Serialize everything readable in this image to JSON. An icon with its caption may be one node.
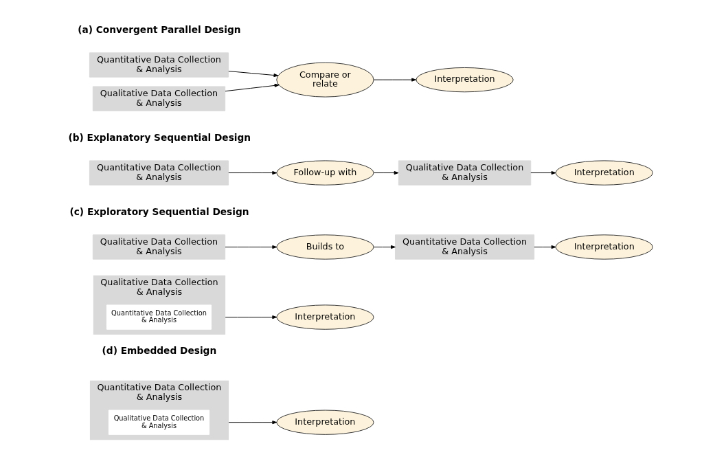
{
  "diagram": {
    "nodes": [
      {
        "text": [
          "Quantitative Data Collection & Analysis"
        ]
      },
      {
        "text": [
          "Qualitative Data Collection & Analysis"
        ]
      },
      {
        "text": [
          "Compare or relate"
        ]
      },
      {
        "text": [
          "Interpretation"
        ]
      },
      {
        "text": [
          "Quantitative Data Collection & Analysis"
        ]
      },
      {
        "text": [
          "Follow-up with"
        ]
      },
      {
        "text": [
          "Qualitative Data Collection & Analysis"
        ]
      },
      {
        "text": [
          "Interpretation"
        ]
      },
      {
        "text": [
          "Qualitative Data Collection & Analysis"
        ]
      },
      {
        "text": [
          "Builds to"
        ]
      },
      {
        "text": [
          "Quantitative Data Collection & Analysis"
        ]
      },
      {
        "text": [
          "Interpretation"
        ]
      },
      {
        "text": [
          "Qualitative Data Collection & Analysis"
        ]
      },
      {
        "text": [
          "Quantitative Data Collection & Analysis"
        ],
        "in": 12
      },
      {
        "text": [
          "Interpretation"
        ]
      },
      {
        "text": [
          "Quantitative Data Collection & Analysis"
        ]
      },
      {
        "text": [
          "Qualitative Data Collection & Analysis"
        ],
        "in": 15
      },
      {
        "text": [
          "Interpretation"
        ]
      }
    ],
    "edges": [
      {
        "from": 0,
        "to": 2,
        "arrow": "to"
      },
      {
        "from": 1,
        "to": 2,
        "arrow": "to"
      },
      {
        "from": 2,
        "to": 3,
        "arrow": "to"
      },
      {
        "from": 4,
        "to": 5,
        "arrow": "to"
      },
      {
        "from": 5,
        "to": 6,
        "arrow": "to"
      },
      {
        "from": 6,
        "to": 7,
        "arrow": "to"
      },
      {
        "from": 8,
        "to": 9,
        "arrow": "to"
      },
      {
        "from": 9,
        "to": 10,
        "arrow": "to"
      },
      {
        "from": 10,
        "to": 11,
        "arrow": "to"
      },
      {
        "from": 12,
        "to": 14,
        "arrow": "to"
      },
      {
        "from": 15,
        "to": 17,
        "arrow": "to"
      }
    ],
    "labels": [
      "(a) Convergent Parallel Design",
      "(b) Explanatory Sequential Design",
      "(c) Exploratory Sequential Design",
      "(d) Embedded Design"
    ]
  }
}
